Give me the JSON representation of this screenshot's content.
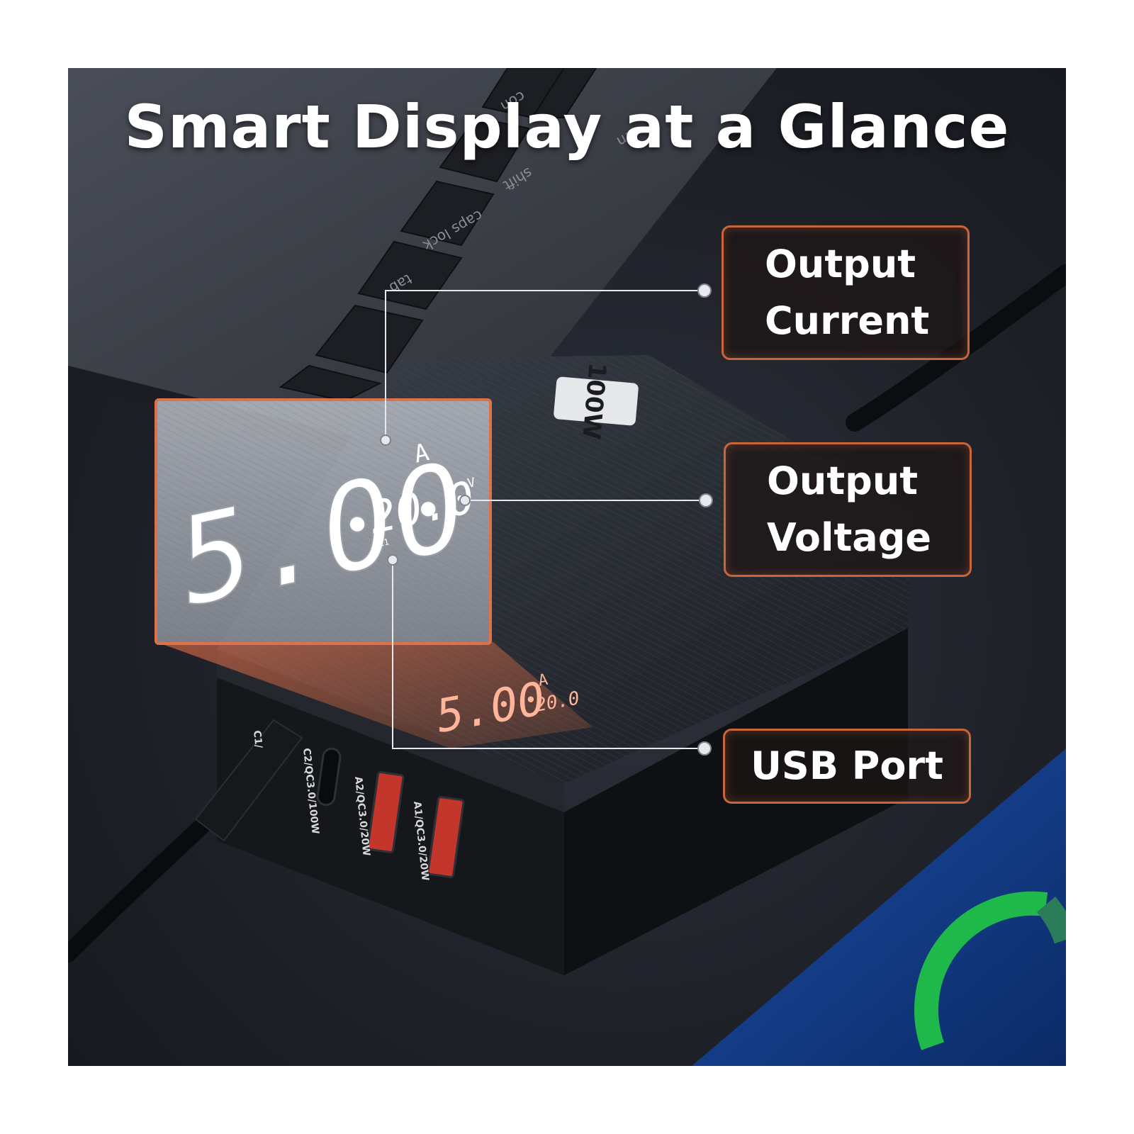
{
  "headline": "Smart Display at a Glance",
  "callouts": {
    "output_current": [
      "Output",
      "Current"
    ],
    "output_voltage": [
      "Output",
      "Voltage"
    ],
    "usb_port": "USB Port"
  },
  "display": {
    "current": "5.00",
    "current_unit": "A",
    "voltage": "20.0",
    "voltage_unit": "V",
    "port_tag": "C1"
  },
  "device": {
    "badge": "100W",
    "ports": [
      "C2/QC3.0/100W",
      "A2/QC3.0/20W",
      "A1/QC3.0/20W"
    ],
    "cable_port_label": "C1/"
  },
  "keyboard_keys": [
    "tab",
    "caps lock",
    "shift",
    "fn",
    "con"
  ],
  "colors": {
    "accent": "#c8663a",
    "background": "#1e2128",
    "text": "#ffffff",
    "display_glow": "#ff9a78"
  }
}
